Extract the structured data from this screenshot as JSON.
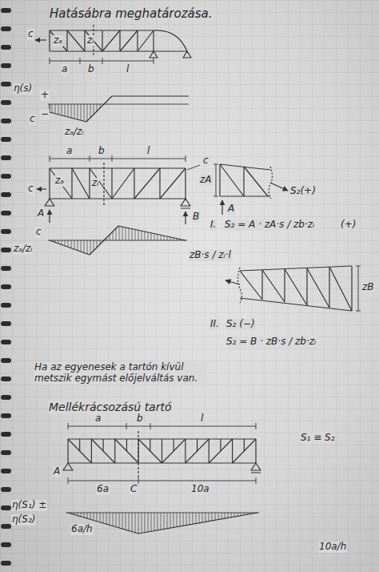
{
  "diagram": {
    "title": "Hatásábra meghatározása.",
    "labels": [
      "c",
      "zₐ",
      "zᵢ",
      "a",
      "b",
      "l",
      "η(s)",
      "+",
      "−",
      "c",
      "zₐ/zᵢ",
      "a",
      "b",
      "l",
      "c",
      "zₐ",
      "zᵢ",
      "A",
      "B",
      "c",
      "c",
      "zₐ/zᵢ",
      "zB·s / zᵢ·l",
      "zA",
      "S₂(+)",
      "A",
      "I.",
      "S₂ = A · zA·s / zb·zᵢ",
      "(+)",
      "zB",
      "II.",
      "S₂ (−)",
      "S₂ = B · zB·s / zb·zᵢ",
      "Ha az egyenesek a tartón kívül metszik egymást előjelváltás van.",
      "Mellékrácsozású tartó",
      "a",
      "b",
      "l",
      "A",
      "6a",
      "C",
      "10a",
      "S₁ ≡ S₂",
      "η(S₁) ±",
      "η(S₂)",
      "6a/h",
      "10a/h"
    ]
  }
}
